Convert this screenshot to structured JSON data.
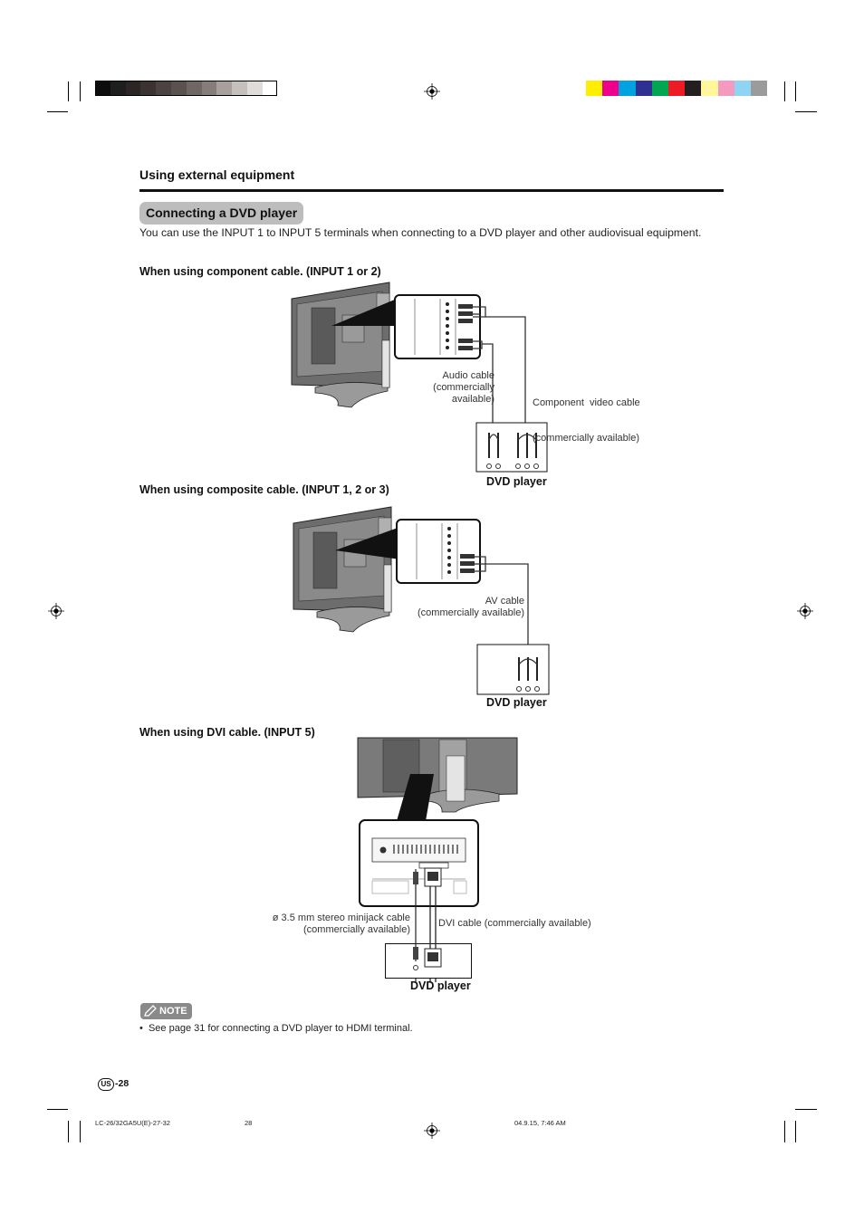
{
  "section": {
    "title": "Using external equipment"
  },
  "topic": {
    "title": "Connecting a DVD player",
    "intro": "You can use the INPUT 1 to INPUT 5 terminals when connecting to a DVD player and other audiovisual equipment."
  },
  "diagrams": {
    "component": {
      "heading": "When using component cable. (INPUT 1 or 2)",
      "audio_cable": [
        "Audio cable",
        "(commercially",
        "available)"
      ],
      "video_cable": [
        "Component  video cable",
        "(commercially available)"
      ],
      "device": "DVD player"
    },
    "composite": {
      "heading": "When using composite cable. (INPUT 1, 2 or 3)",
      "av_cable": [
        "AV cable",
        "(commercially available)"
      ],
      "device": "DVD player"
    },
    "dvi": {
      "heading": "When using DVI cable. (INPUT 5)",
      "minijack_cable": [
        "ø 3.5 mm stereo minijack cable",
        "(commercially available)"
      ],
      "dvi_cable": "DVI cable (commercially available)",
      "device": "DVD player"
    }
  },
  "note": {
    "badge": "NOTE",
    "items": [
      "See page 31 for connecting a DVD player to HDMI terminal."
    ]
  },
  "page": {
    "region": "US",
    "number": "-28"
  },
  "footer": {
    "file": "LC-26/32GA5U(E)-27-32",
    "page": "28",
    "timestamp": "04.9.15, 7:46 AM"
  },
  "colors": {
    "gray_bar": [
      "#0d0d0d",
      "#1e1e1e",
      "#2b2523",
      "#3a3331",
      "#4b4341",
      "#5b524f",
      "#6f6763",
      "#857d79",
      "#a8a09c",
      "#c6c0bc",
      "#e0dcd9",
      "#ffffff"
    ],
    "color_bar": [
      "#ffee00",
      "#ee008c",
      "#00a3e0",
      "#2e3192",
      "#00a651",
      "#ed1c24",
      "#231f20",
      "#fff799",
      "#f49ac1",
      "#8fd4f2",
      "#9b9b9b"
    ],
    "heading_pill": "#bdbdbd",
    "rule": "#111111"
  }
}
